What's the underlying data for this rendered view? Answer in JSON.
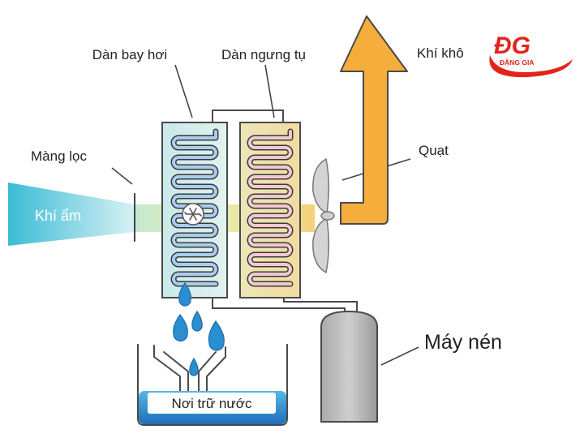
{
  "labels": {
    "evaporator": "Dàn bay hơi",
    "condenser": "Dàn ngưng tụ",
    "dry_air": "Khí khô",
    "fan": "Quạt",
    "filter": "Màng lọc",
    "humid_air": "Khí ẩm",
    "compressor": "Máy nén",
    "water_tank": "Nơi trữ nước"
  },
  "logo": {
    "letters": "ĐG",
    "text": "ĐẶNG GIA"
  },
  "icons": {
    "evaporator_center": "snowflake-icon"
  },
  "colors": {
    "humid_air_start": "#3cbcd6",
    "humid_air_end": "#d4f0f3",
    "evaporator_coil": "#5a9ed8",
    "condenser_coil": "#e89ba8",
    "dry_air_arrow": "#f5ad3b",
    "water": "#2a8fd0",
    "logo_red": "#e1251b",
    "outline": "#4a4a4a"
  }
}
